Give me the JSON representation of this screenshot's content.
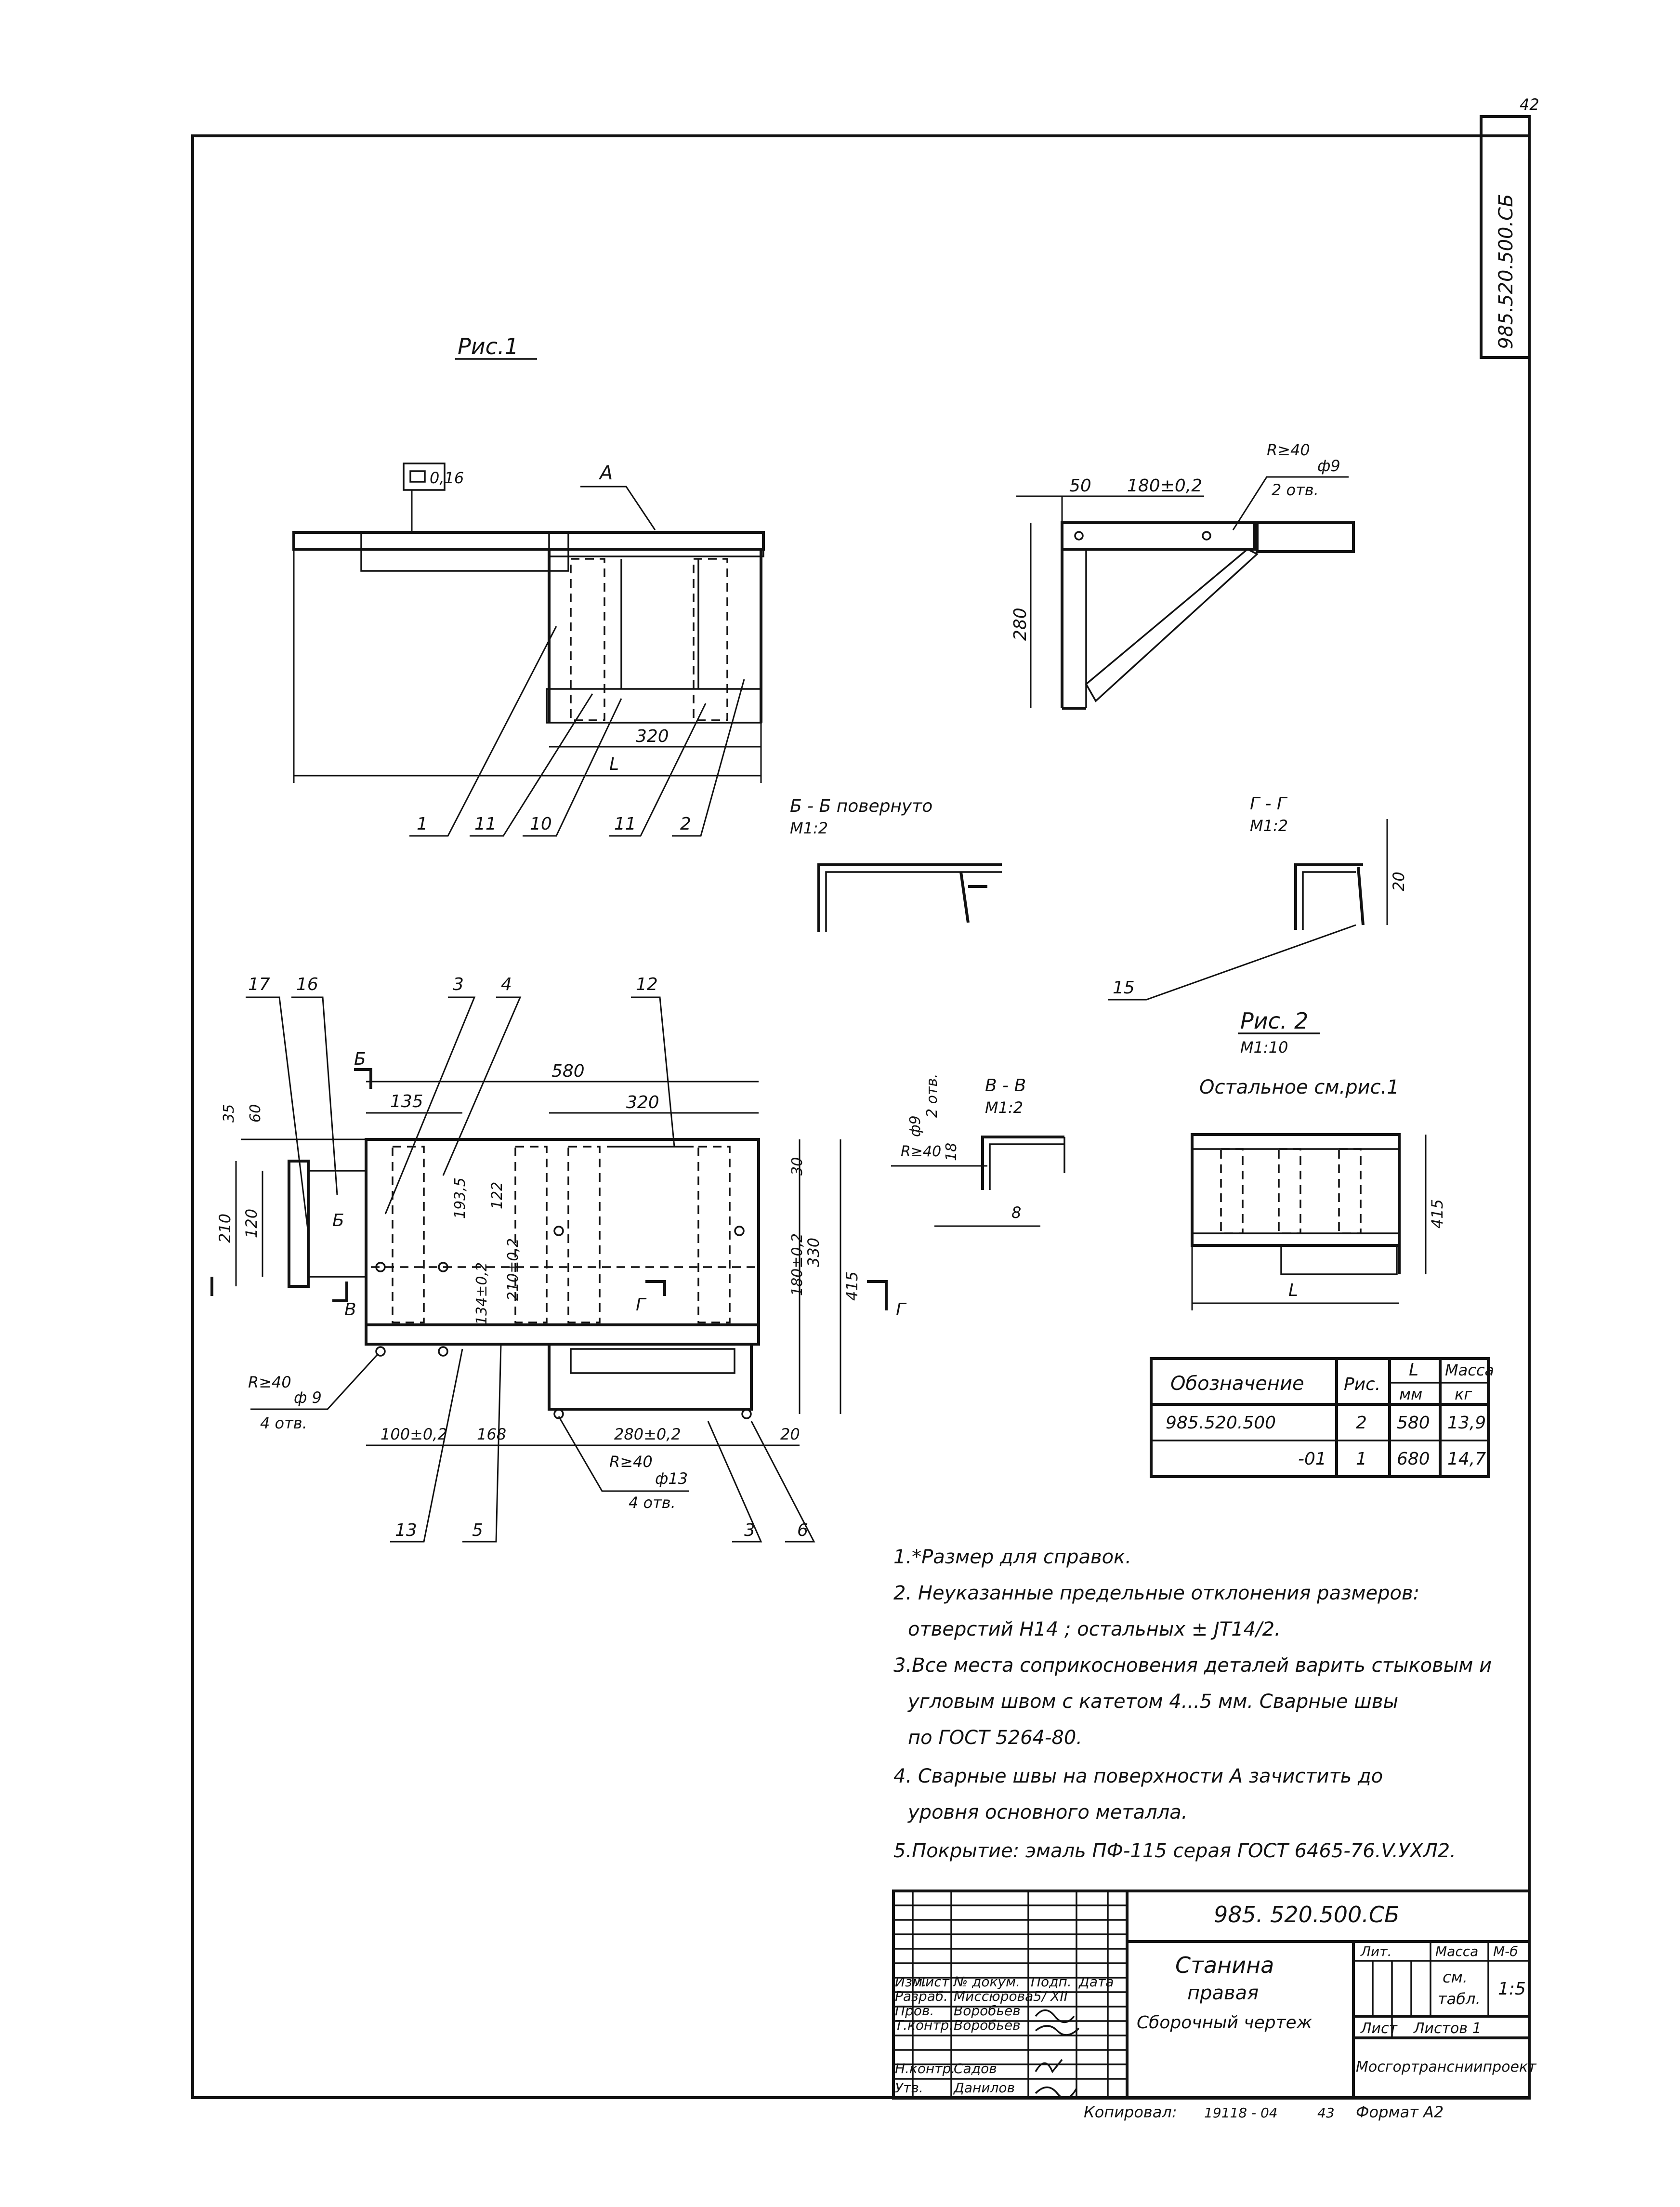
{
  "page_number": "42",
  "side_code": "985.520.500.СБ",
  "fig1": {
    "title": "Рис.1",
    "flatness": "0,16",
    "surface_label": "A",
    "dim_320": "320",
    "dim_L": "L",
    "callouts": [
      "1",
      "11",
      "10",
      "11",
      "2"
    ]
  },
  "bracket": {
    "dim_50": "50",
    "dim_180": "180±0,2",
    "hole_note_top": "R≥40",
    "hole_note_dia": "ф9",
    "hole_note_count": "2 отв.",
    "dim_280": "280"
  },
  "section_bb": {
    "title": "Б - Б  повернуто",
    "scale": "М1:2"
  },
  "section_gg": {
    "title": "Г - Г",
    "scale": "М1:2",
    "dim_20": "20",
    "callout": "15"
  },
  "plan": {
    "callouts_top": [
      "17",
      "16",
      "3",
      "4",
      "12"
    ],
    "callouts_bottom": [
      "13",
      "5",
      "3",
      "6"
    ],
    "dim_580": "580",
    "dim_320": "320",
    "dim_135": "135",
    "dim_35": "35",
    "dim_60": "60",
    "dim_210": "210",
    "dim_120": "120",
    "dim_193": "193,5",
    "dim_122": "122",
    "dim_134": "134±0,2",
    "dim_210b": "210±0,2",
    "dim_30": "30",
    "dim_180": "180±0,2",
    "dim_330": "330",
    "dim_415": "415",
    "dim_100": "100±0,2",
    "dim_168": "168",
    "dim_280": "280±0,2",
    "dim_20": "20",
    "hole9_r": "R≥40",
    "hole9_d": "ф 9",
    "hole9_n": "4 отв.",
    "hole13_r": "R≥40",
    "hole13_d": "ф13",
    "hole13_n": "4 отв.",
    "cut_b": "Б",
    "cut_v": "В",
    "cut_g": "Г"
  },
  "section_vv": {
    "title": "В - В",
    "scale": "М1:2",
    "r": "R≥40",
    "d": "ф9",
    "n": "2 отв.",
    "dim_18": "18",
    "dim_8": "8"
  },
  "fig2": {
    "title": "Рис. 2",
    "scale": "М1:10",
    "note": "Остальное см.рис.1",
    "dim_415": "415",
    "dim_L": "L"
  },
  "table": {
    "headers": [
      "Обозначение",
      "Рис.",
      "L",
      "Масса"
    ],
    "units": [
      "мм",
      "кг"
    ],
    "rows": [
      [
        "985.520.500",
        "2",
        "580",
        "13,9"
      ],
      [
        "-01",
        "1",
        "680",
        "14,7"
      ]
    ]
  },
  "notes": [
    "1.*Размер для справок.",
    "2. Неуказанные предельные отклонения размеров:",
    "отверстий  Н14 ;  остальных  ± JT14/2.",
    "3.Все места соприкосновения деталей варить стыковым и",
    "угловым швом с катетом  4...5 мм. Сварные швы",
    "по ГОСТ  5264-80.",
    "4. Сварные швы на поверхности   А  зачистить до",
    "уровня основного металла.",
    "5.Покрытие: эмаль ПФ-115 серая ГОСТ  6465-76.V.УХЛ2."
  ],
  "title_block": {
    "designation": "985. 520.500.СБ",
    "name_line1": "Станина",
    "name_line2": "правая",
    "name_line3": "Сборочный   чертеж",
    "lit": "Лит.",
    "mass": "Масса",
    "scale_h": "М-б",
    "mass_value_1": "см.",
    "mass_value_2": "табл.",
    "scale": "1:5",
    "sheet": "Лист",
    "sheets": "Листов 1",
    "org": "Мосгортрансниипроект",
    "header_cols": [
      "Изм.",
      "Лист",
      "№ докум.",
      "Подп.",
      "Дата"
    ],
    "roles": [
      {
        "role": "Разраб.",
        "name": "Миссюрова"
      },
      {
        "role": "Пров.",
        "name": "Воробьев"
      },
      {
        "role": "Т.контр.",
        "name": "Воробьев"
      },
      {
        "role": "",
        "name": ""
      },
      {
        "role": "Н.контр.",
        "name": "Садов"
      },
      {
        "role": "Утв.",
        "name": "Данилов"
      }
    ],
    "date_mark": "5/ XII"
  },
  "footer": {
    "copied": "Копировал:",
    "number": "19118 - 04",
    "sheet_no": "43",
    "format": "Формат  А2"
  }
}
